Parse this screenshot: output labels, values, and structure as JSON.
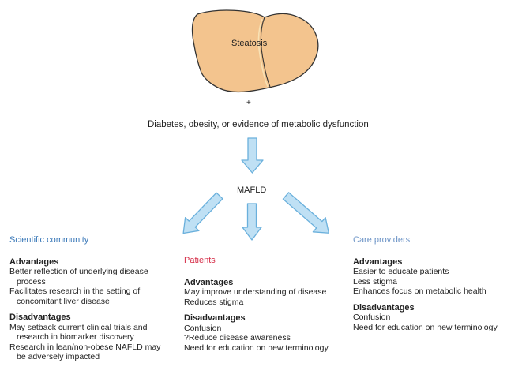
{
  "liver": {
    "label": "Steatosis"
  },
  "plus": "+",
  "criteria": "Diabetes, obesity, or evidence of metabolic dysfunction",
  "center": "MAFLD",
  "colors": {
    "liver_fill": "#f3c48e",
    "liver_stroke": "#333333",
    "arrow_fill": "#bfe0f4",
    "arrow_stroke": "#6ab0dc",
    "scientific_title": "#3a78b8",
    "patients_title": "#d6304a",
    "care_title": "#6b93c6"
  },
  "scientific": {
    "title": "Scientific community",
    "adv_head": "Advantages",
    "adv": [
      [
        "Better reflection of underlying disease",
        "process"
      ],
      [
        "Facilitates research in the setting of",
        "concomitant liver disease"
      ]
    ],
    "dis_head": "Disadvantages",
    "dis": [
      [
        "May setback current clinical trials and",
        "research in biomarker discovery"
      ],
      [
        "Research in lean/non-obese NAFLD may",
        "be adversely impacted"
      ]
    ]
  },
  "patients": {
    "title": "Patients",
    "adv_head": "Advantages",
    "adv": [
      "May improve understanding of disease",
      "Reduces stigma"
    ],
    "dis_head": "Disadvantages",
    "dis": [
      "Confusion",
      "?Reduce disease awareness",
      "Need for education on new terminology"
    ]
  },
  "care": {
    "title": "Care providers",
    "adv_head": "Advantages",
    "adv": [
      "Easier to educate patients",
      "Less stigma",
      "Enhances focus on metabolic health"
    ],
    "dis_head": "Disadvantages",
    "dis": [
      "Confusion",
      "Need for education on new terminology"
    ]
  }
}
